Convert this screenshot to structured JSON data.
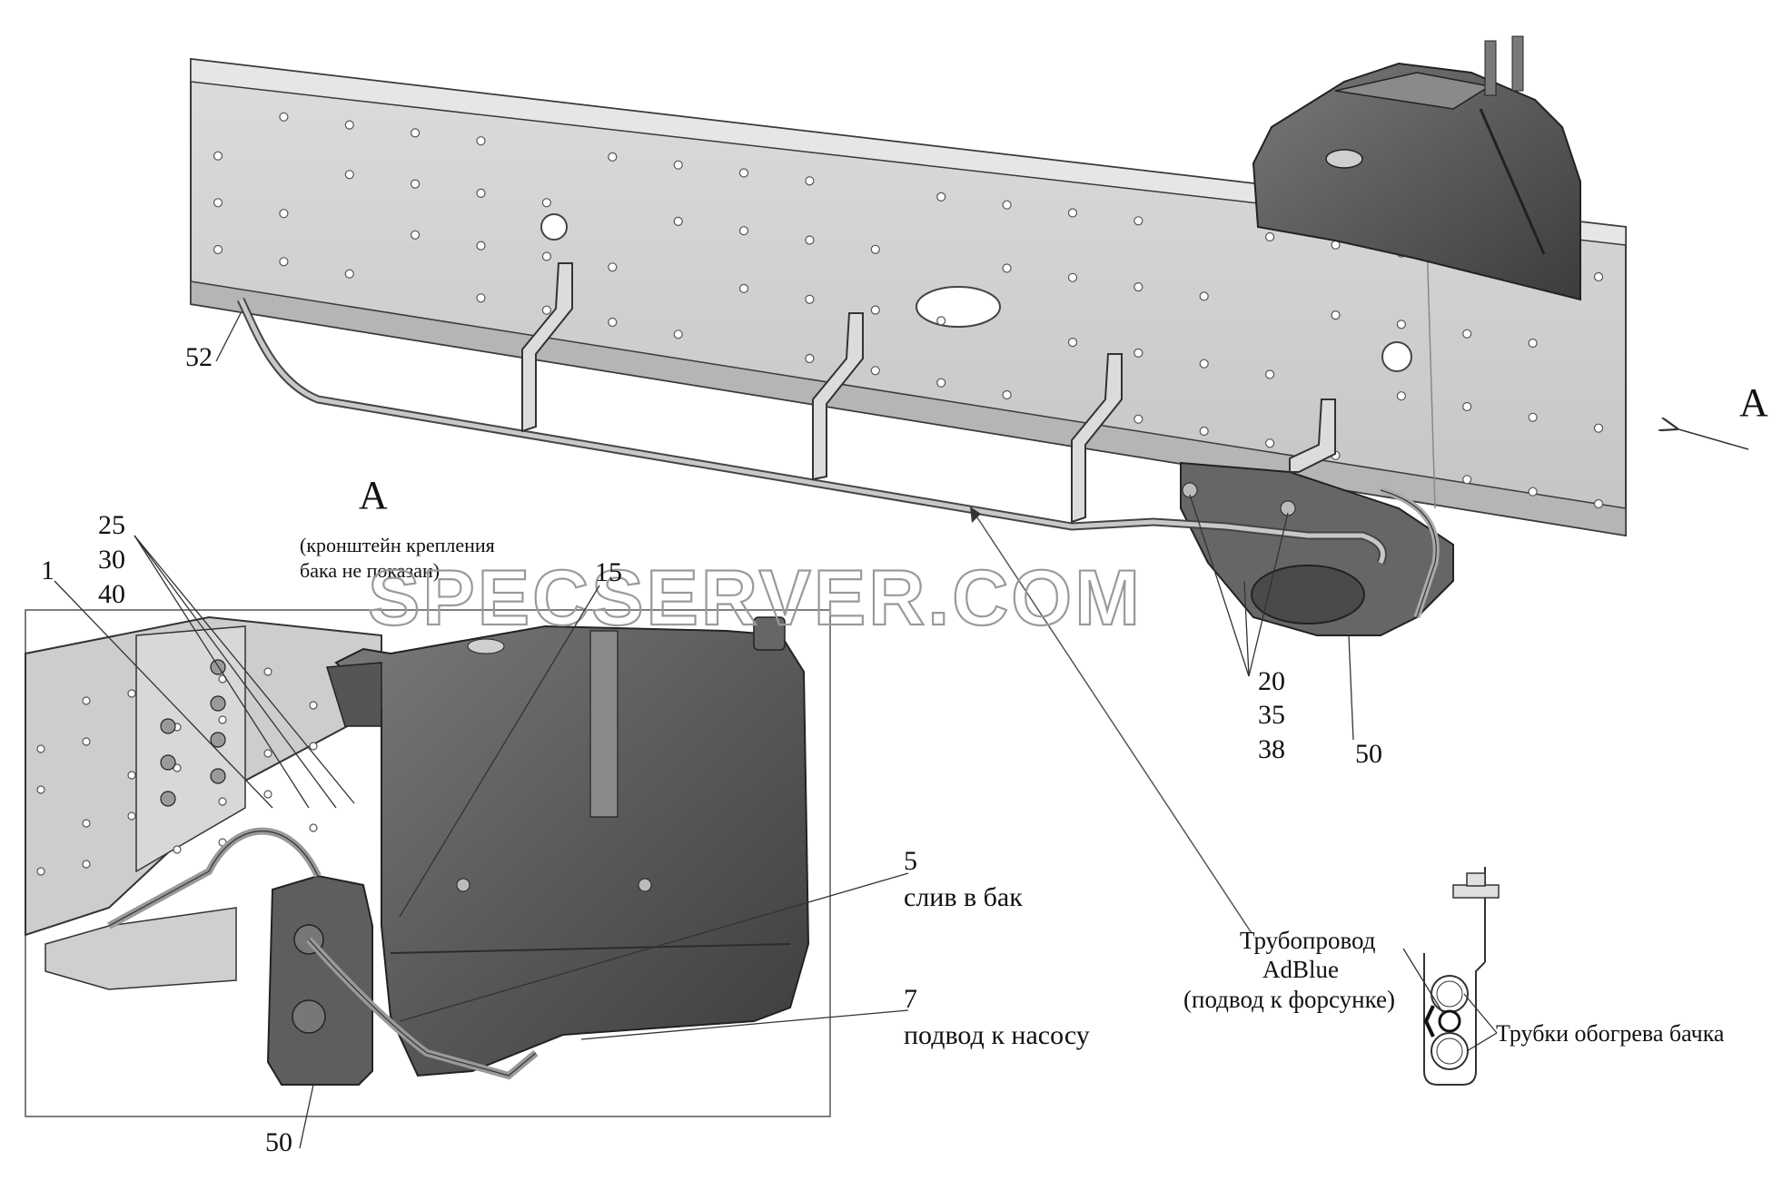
{
  "watermark": "SPECSERVER.COM",
  "view_label": "A",
  "view_arrow_label": "A",
  "view_note": [
    "(кронштейн крепления",
    "бака не показан)"
  ],
  "callouts": {
    "c52": "52",
    "c25": "25",
    "c30": "30",
    "c40": "40",
    "c1": "1",
    "c15": "15",
    "c20": "20",
    "c35": "35",
    "c38": "38",
    "c50_top": "50",
    "c50_bottom": "50",
    "c5": "5",
    "c7": "7"
  },
  "annotations": {
    "drain": "слив в бак",
    "supply": "подвод к насосу",
    "pipeline": [
      "Трубопровод",
      "AdBlue",
      "(подвод к форсунке)"
    ],
    "heating_tubes": "Трубки обогрева бачка"
  },
  "colors": {
    "frame": "#d2d2d2",
    "frame_edge": "#3a3a3a",
    "tank": "#5c5c5c",
    "tank_dark": "#3e3e3e",
    "pipe": "#b8b8b8",
    "watermark": "#9a9a9a"
  }
}
